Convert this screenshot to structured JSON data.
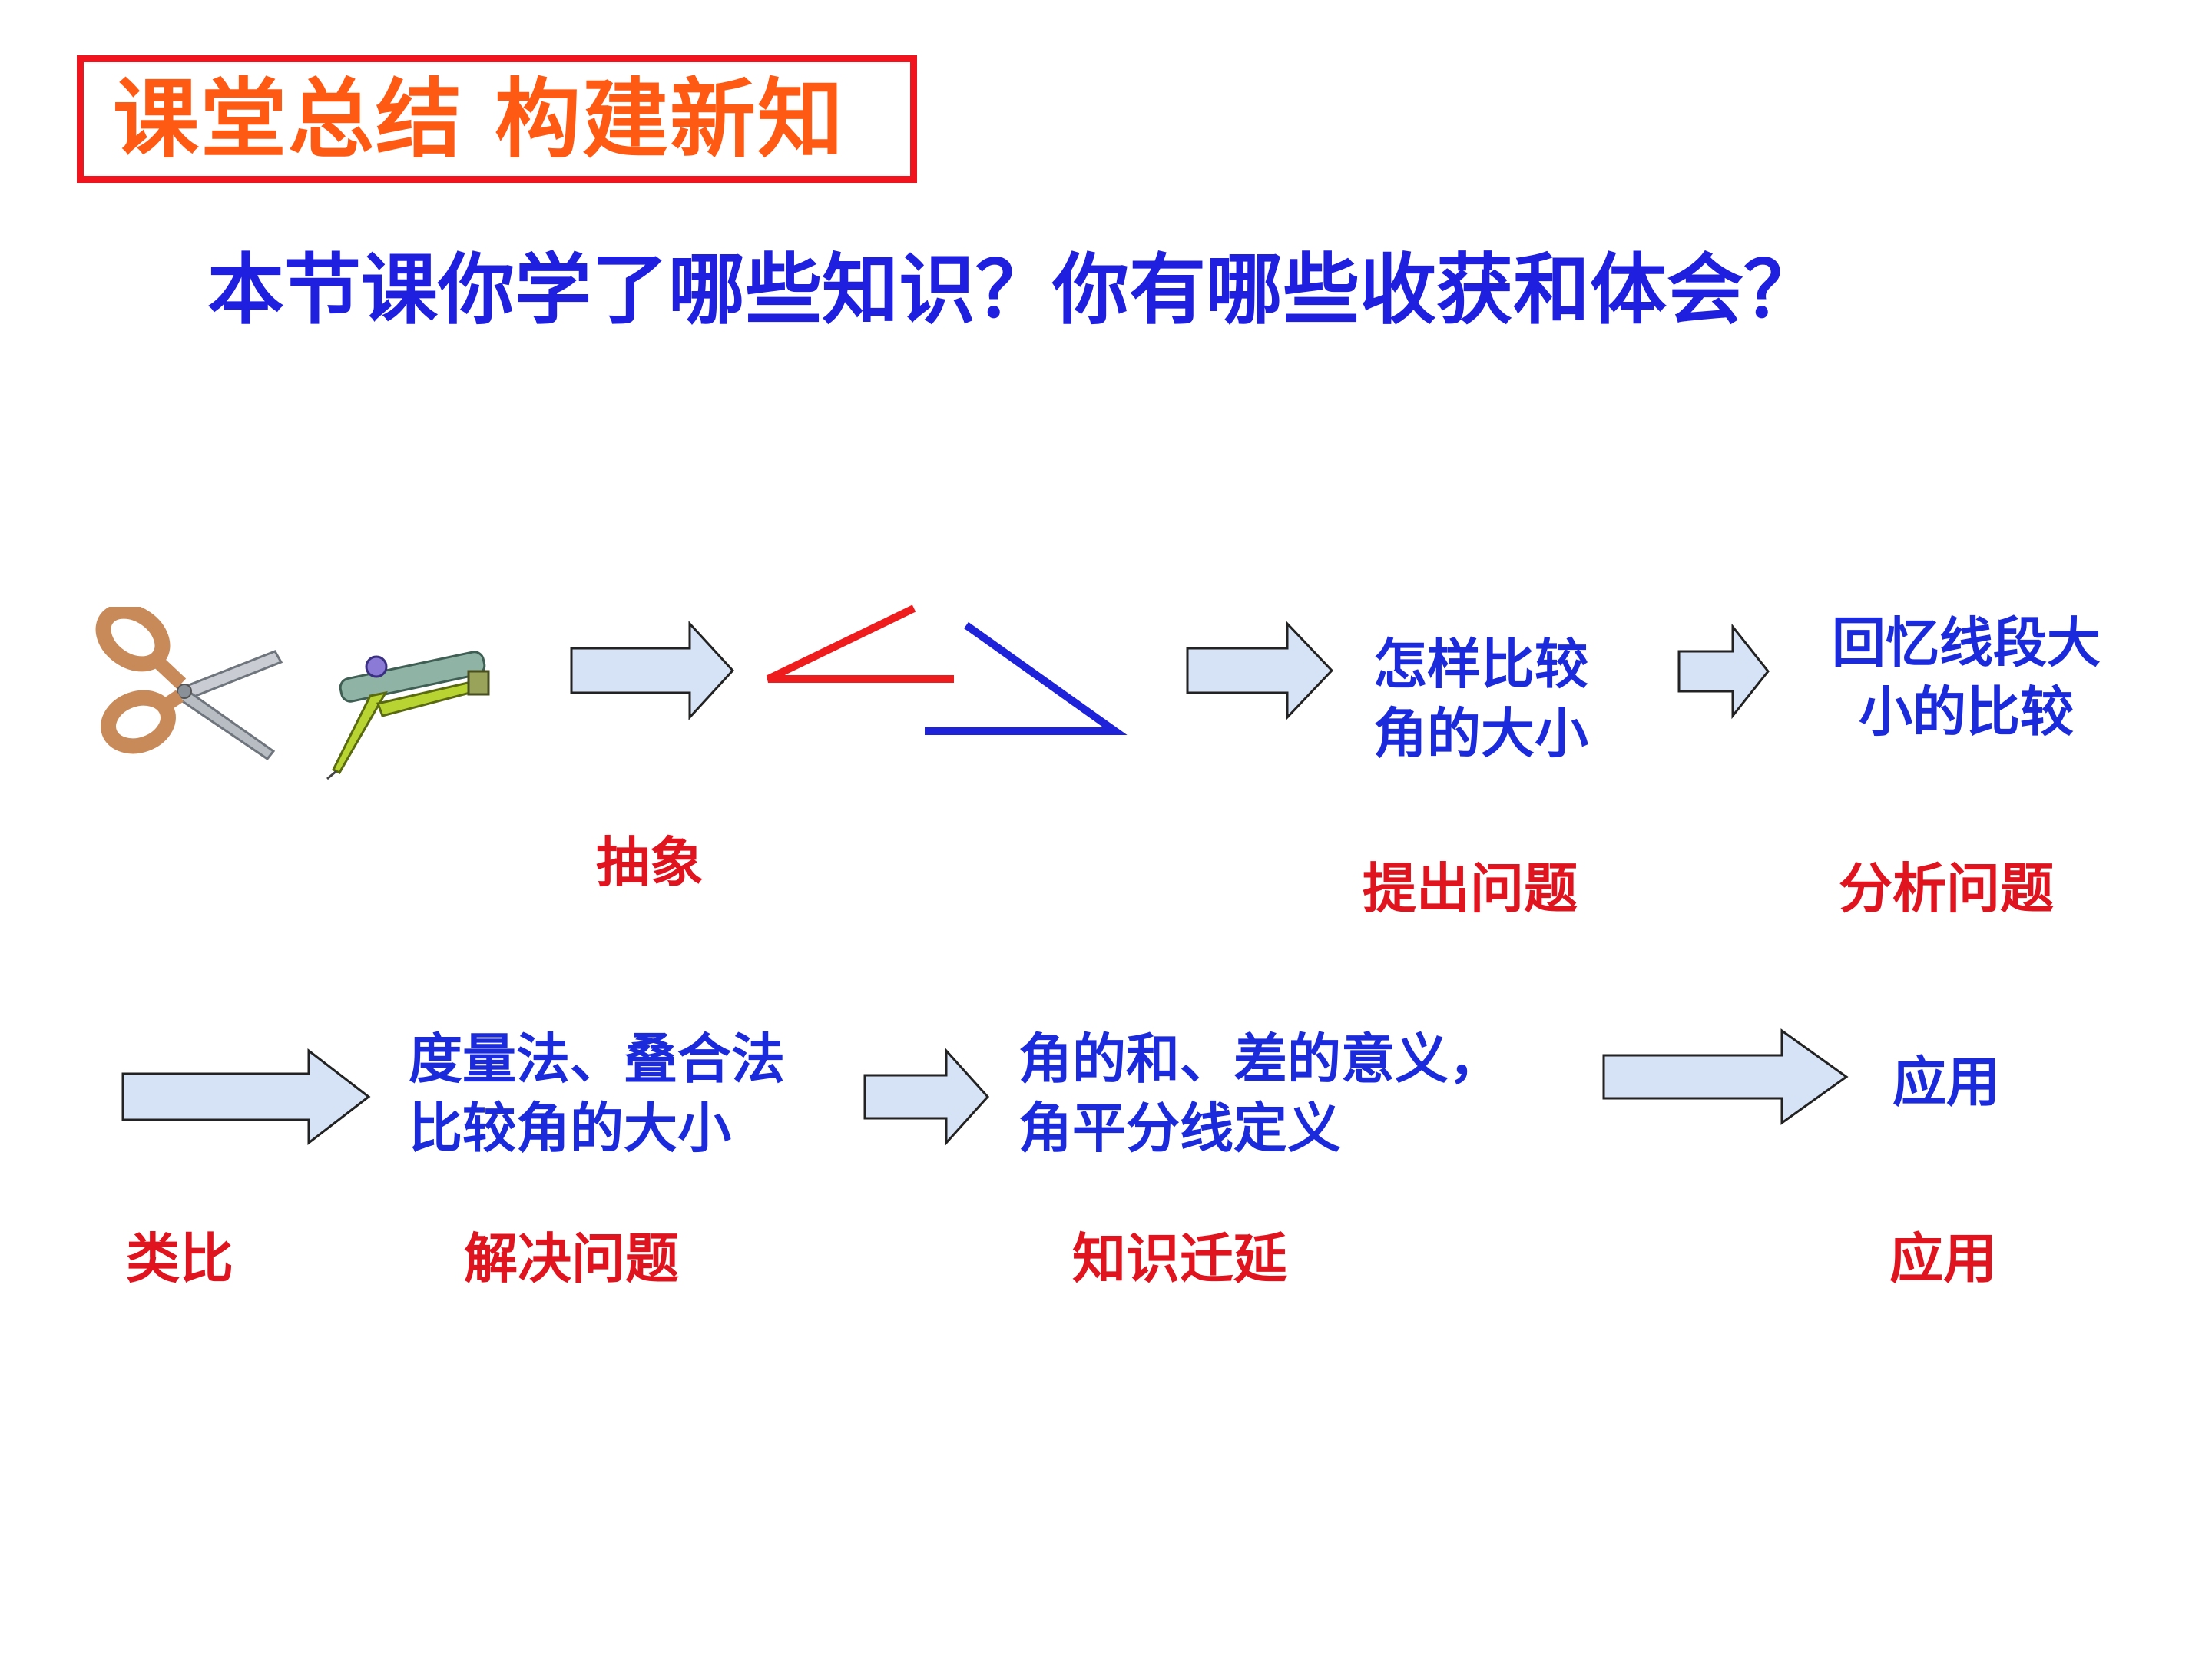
{
  "header": {
    "title": "课堂总结  构建新知"
  },
  "question": "本节课你学了哪些知识？你有哪些收获和体会？",
  "row1": {
    "problem_box": [
      "怎样比较",
      "角的大小"
    ],
    "analysis_box": [
      "回忆线段大",
      "小的比较"
    ],
    "labels": {
      "abstract": "抽象",
      "pose": "提出问题",
      "analyze": "分析问题"
    }
  },
  "row2": {
    "methods_box": [
      "度量法、叠合法",
      "比较角的大小"
    ],
    "meaning_box": [
      "角的和、差的意义，",
      "角平分线定义"
    ],
    "apply_box": "应用",
    "labels": {
      "analogy": "类比",
      "solve": "解决问题",
      "extend": "知识迁延",
      "apply": "应用"
    }
  },
  "colors": {
    "title_border": "#f0141e",
    "title_text": "#ff5a14",
    "blue_text": "#1b2bdc",
    "red_text": "#e0141e",
    "arrow_fill": "#d6e2f5",
    "angle_red": "#ee1c1c",
    "angle_blue": "#1e22d8"
  },
  "icons": [
    "scissors-icon",
    "compass-icon"
  ]
}
